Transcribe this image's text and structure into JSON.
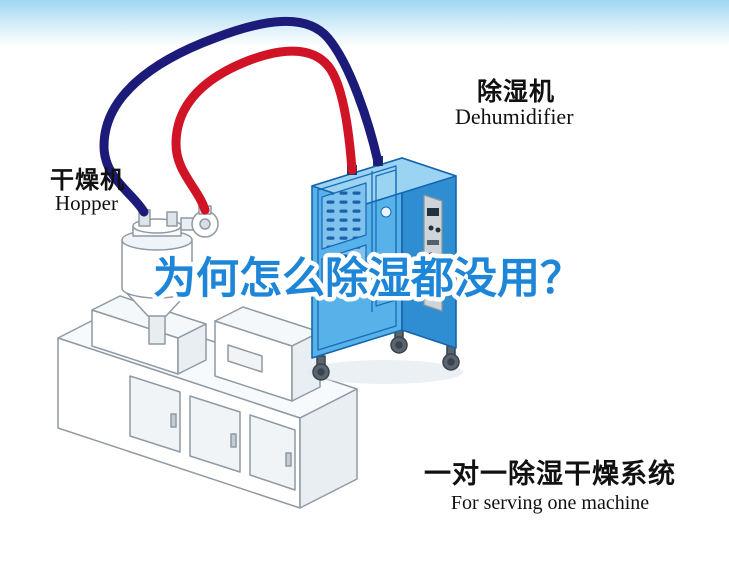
{
  "labels": {
    "dryer_cn": "干燥机",
    "dryer_en": "Hopper",
    "dehumidifier_cn": "除湿机",
    "dehumidifier_en": "Dehumidifier"
  },
  "title": {
    "text": "为何怎么除湿都没用？",
    "color": "#1e86d8"
  },
  "footer": {
    "title_cn": "一对一除湿干燥系统",
    "subtitle_en": "For serving one machine"
  },
  "colors": {
    "pipe_red": "#d01325",
    "pipe_navy": "#1d1b7a",
    "dehumidifier_front": "#57b2e9",
    "dehumidifier_side": "#2f8ed2",
    "dehumidifier_top": "#9bd3f2",
    "accent_outline": "#1565ad",
    "background_top": "#a6daf4"
  },
  "scene": {
    "components": [
      "extruder-machine",
      "hopper-assembly",
      "blower-motor",
      "red-hose",
      "navy-hose",
      "dehumidifier-unit"
    ]
  }
}
